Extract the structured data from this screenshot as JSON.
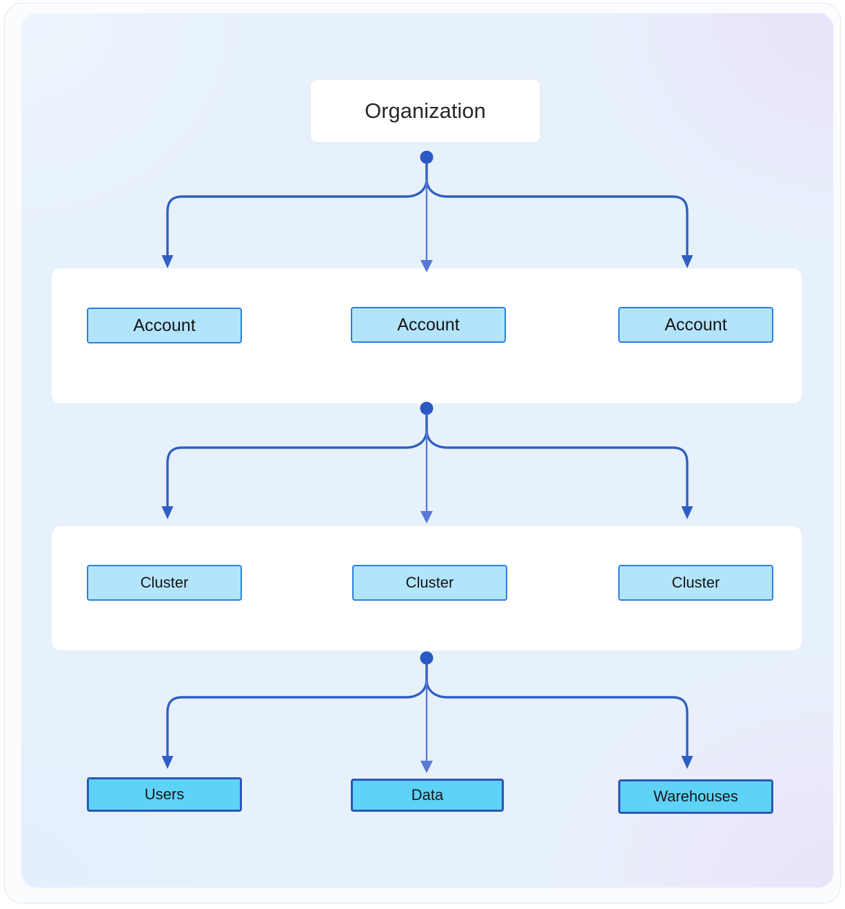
{
  "diagram": {
    "title": "Organization hierarchy",
    "type": "tree",
    "orientation": "top-down",
    "levels": 4,
    "colors": {
      "root_fill": "#ffffff",
      "root_border": "#ececf0",
      "mid_fill": "#b2e4fb",
      "mid_border": "#2a7de1",
      "leaf_fill": "#5ed2f7",
      "leaf_border": "#2b55b8",
      "connector": "#2f5fc4",
      "connector_center": "#5a79d6",
      "panel_fill": "#ffffff",
      "canvas_cyan": "#d8f6fa",
      "canvas_lavender": "#ece6f9",
      "canvas_blue": "#e4f0fc"
    },
    "root": {
      "label": "Organization"
    },
    "levels_data": [
      {
        "name": "accounts",
        "panel": true,
        "nodes": [
          {
            "label": "Account"
          },
          {
            "label": "Account"
          },
          {
            "label": "Account"
          }
        ]
      },
      {
        "name": "clusters",
        "panel": true,
        "nodes": [
          {
            "label": "Cluster"
          },
          {
            "label": "Cluster"
          },
          {
            "label": "Cluster"
          }
        ]
      },
      {
        "name": "resources",
        "panel": false,
        "nodes": [
          {
            "label": "Users"
          },
          {
            "label": "Data"
          },
          {
            "label": "Warehouses"
          }
        ]
      }
    ],
    "connectors": [
      {
        "name": "organization-to-accounts",
        "branches": 3
      },
      {
        "name": "accounts-to-clusters",
        "branches": 3
      },
      {
        "name": "clusters-to-resources",
        "branches": 3
      }
    ]
  }
}
